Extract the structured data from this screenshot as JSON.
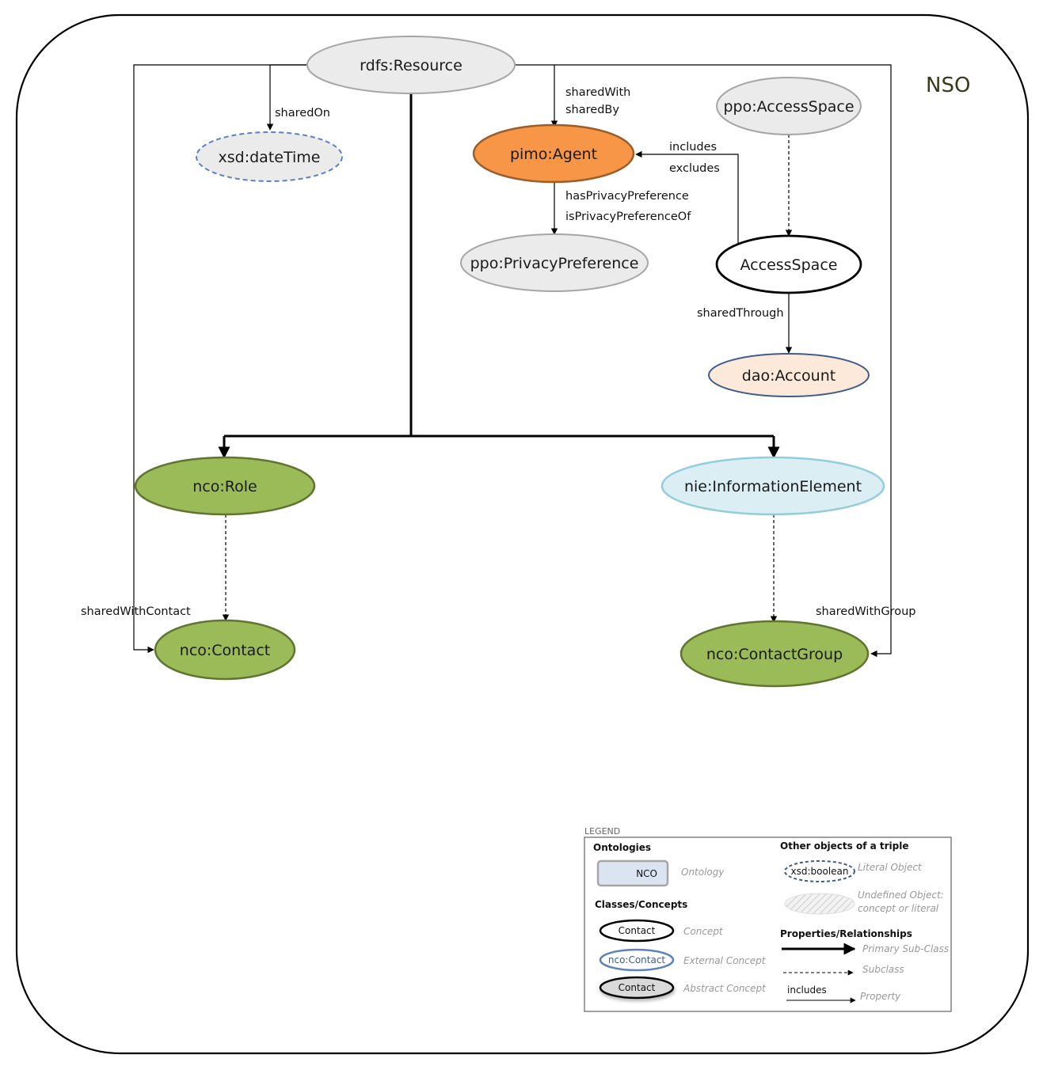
{
  "title": "NSO",
  "nodes": {
    "rdfs_resource": "rdfs:Resource",
    "xsd_datetime": "xsd:dateTime",
    "pimo_agent": "pimo:Agent",
    "ppo_accessspace": "ppo:AccessSpace",
    "ppo_privacypreference": "ppo:PrivacyPreference",
    "accessspace": "AccessSpace",
    "dao_account": "dao:Account",
    "nco_role": "nco:Role",
    "nie_informationelement": "nie:InformationElement",
    "nco_contact": "nco:Contact",
    "nco_contactgroup": "nco:ContactGroup"
  },
  "edge_labels": {
    "sharedon": "sharedOn",
    "sharedwith": "sharedWith",
    "sharedby": "sharedBy",
    "includes": "includes",
    "excludes": "excludes",
    "hasprivacypreference": "hasPrivacyPreference",
    "isprivacypreferenceof": "isPrivacyPreferenceOf",
    "sharedthrough": "sharedThrough",
    "sharedwithcontact": "sharedWithContact",
    "sharedwithgroup": "sharedWithGroup"
  },
  "legend": {
    "title": "LEGEND",
    "ontologies_head": "Ontologies",
    "ontology_sample": "NCO",
    "ontology_desc": "Ontology",
    "classes_head": "Classes/Concepts",
    "concept_sample": "Contact",
    "concept_desc": "Concept",
    "external_sample": "nco:Contact",
    "external_desc": "External Concept",
    "abstract_sample": "Contact",
    "abstract_desc": "Abstract Concept",
    "other_head": "Other objects of a triple",
    "literal_sample": "xsd:boolean",
    "literal_desc": "Literal Object",
    "undefined_desc_line1": "Undefined Object:",
    "undefined_desc_line2": "concept or literal",
    "props_head": "Properties/Relationships",
    "primary_desc": "Primary Sub-Class",
    "subclass_desc": "Subclass",
    "property_sample": "includes",
    "property_desc": "Property"
  },
  "colors": {
    "grey_fill": "#ebebeb",
    "grey_stroke": "#a6a6a6",
    "orange_fill": "#f79646",
    "orange_stroke": "#9b5d2a",
    "green_fill": "#9bbb59",
    "green_stroke": "#5f7530",
    "lightblue_fill": "#daeef3",
    "lightblue_stroke": "#92cddc",
    "peach_fill": "#fde9d9",
    "peach_stroke": "#3f5d8a",
    "dashed_blue": "#5b82be"
  }
}
